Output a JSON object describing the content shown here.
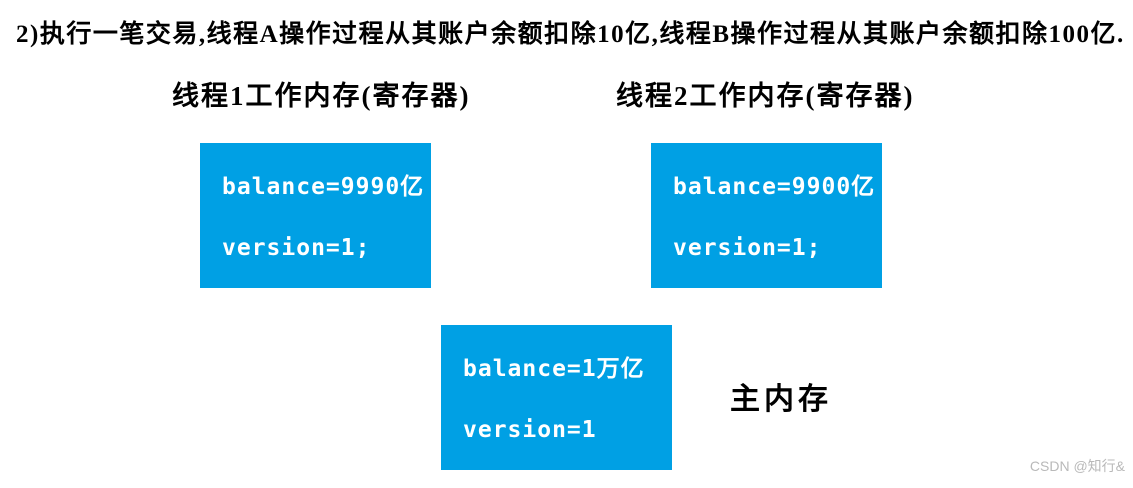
{
  "title": "2)执行一笔交易,线程A操作过程从其账户余额扣除10亿,线程B操作过程从其账户余额扣除100亿.",
  "headers": {
    "thread1": "线程1工作内存(寄存器)",
    "thread2": "线程2工作内存(寄存器)"
  },
  "boxes": [
    {
      "id": "thread1-working-memory",
      "line1": "balance=9990亿",
      "line2": "version=1;"
    },
    {
      "id": "thread2-working-memory",
      "line1": "balance=9900亿",
      "line2": "version=1;"
    },
    {
      "id": "main-memory",
      "line1": "balance=1万亿",
      "line2": "version=1"
    }
  ],
  "labels": {
    "main_memory": "主内存"
  },
  "watermark": {
    "text": "CSDN @知行&"
  },
  "colors": {
    "box_blue": "#00a0e4",
    "box_text": "#ffffff",
    "text_black": "#000000",
    "watermark_gray": "#b9b9b9"
  }
}
